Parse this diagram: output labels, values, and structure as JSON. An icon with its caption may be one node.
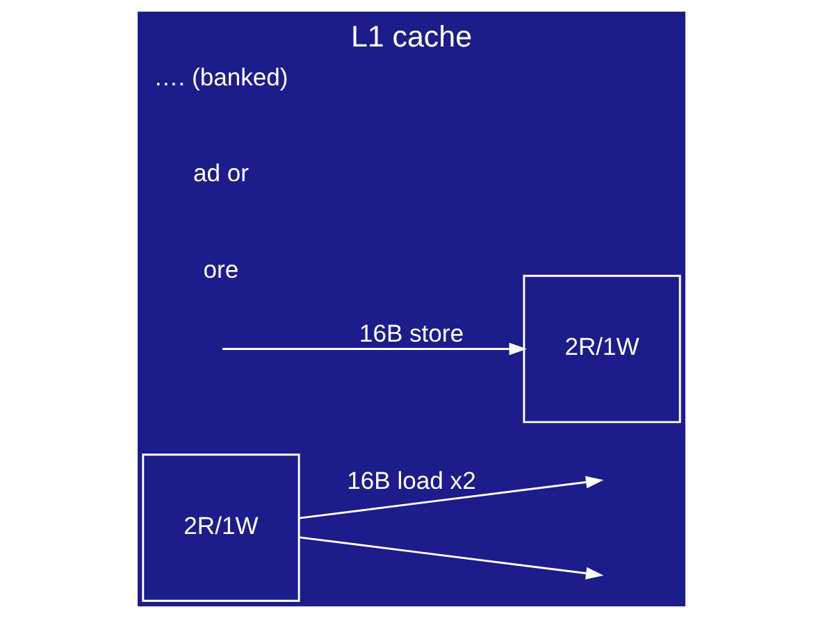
{
  "diagram": {
    "title": "L1 cache",
    "nodes": [
      {
        "text": [
          "2R/1W"
        ]
      },
      {
        "text": [
          "2R/1W"
        ]
      }
    ],
    "edges": [
      {
        "from": 0,
        "to": null,
        "arrow": "to",
        "label": "16B load x2"
      },
      {
        "from": 0,
        "to": null,
        "arrow": "to"
      },
      {
        "from": null,
        "to": 1,
        "arrow": "to",
        "label": "16B store"
      }
    ],
    "labels": [
      "ore",
      "ad or",
      "…. (banked)"
    ]
  }
}
